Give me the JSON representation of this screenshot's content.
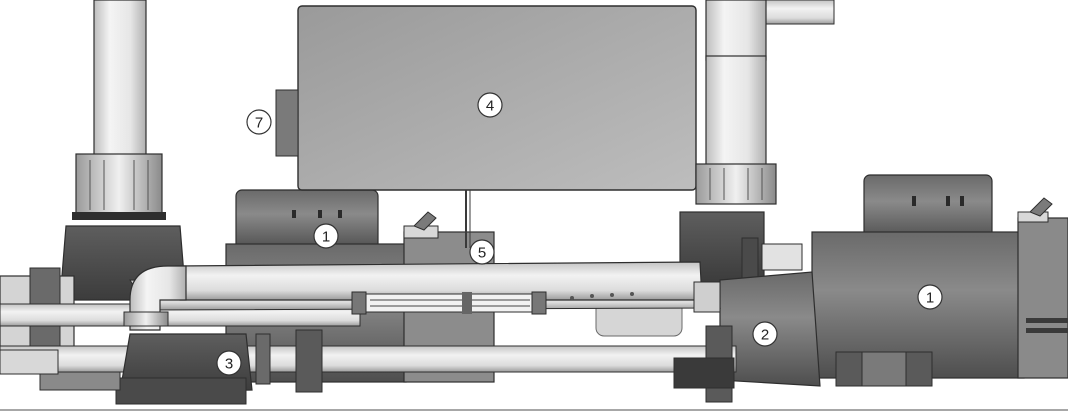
{
  "diagram": {
    "colors": {
      "background": "#ffffff",
      "pipe": "#e4e4e4",
      "body_dark": "#5a5a5a",
      "body_mid": "#7d7d7d",
      "body_light": "#a9a9a9",
      "outline": "#2e2e2e",
      "base_rule": "#8a8a8a"
    },
    "callouts": {
      "motor_left": "1",
      "motor_right": "1",
      "pump_housing": "2",
      "blower_pump": "3",
      "control_box": "4",
      "sensor": "5",
      "side_panel": "7"
    }
  }
}
